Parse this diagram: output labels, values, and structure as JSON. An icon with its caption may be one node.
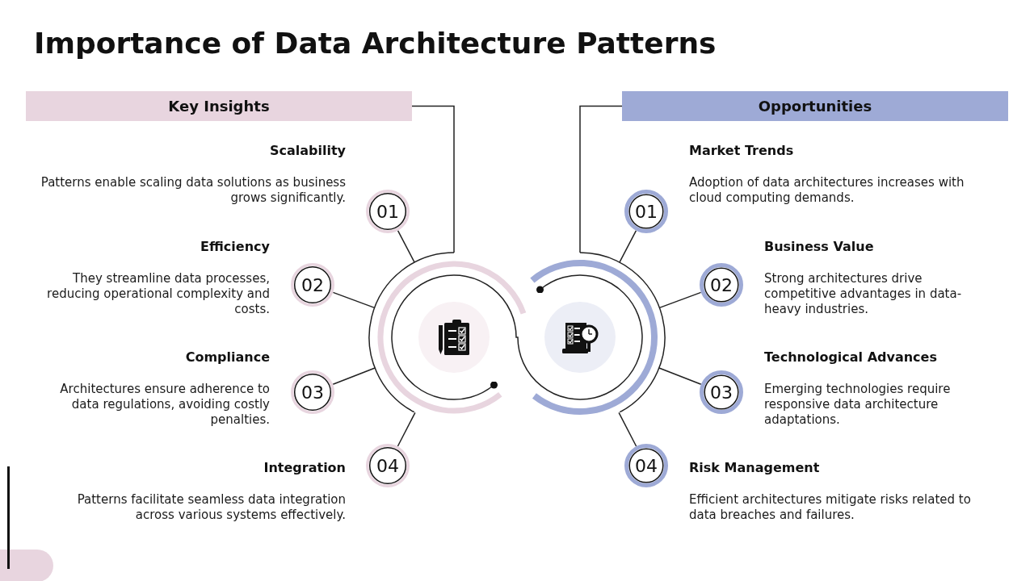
{
  "diagram": {
    "title": "Importance of Data Architecture Patterns",
    "nodes": [
      {
        "text": [
          "Key Insights"
        ]
      },
      {
        "text": [],
        "shape": "circle"
      },
      {
        "text": [
          "01"
        ],
        "beside": [
          "Scalability",
          "Patterns enable scaling data solutions as business grows significantly."
        ]
      },
      {
        "text": [
          "02"
        ],
        "beside": [
          "Efficiency",
          "They streamline data processes, reducing operational complexity and costs."
        ]
      },
      {
        "text": [
          "03"
        ],
        "beside": [
          "Compliance",
          "Architectures ensure adherence to data regulations, avoiding costly penalties."
        ]
      },
      {
        "text": [
          "04"
        ],
        "beside": [
          "Integration",
          "Patterns facilitate seamless data integration across various systems effectively."
        ]
      },
      {
        "text": [
          "Opportunities"
        ]
      },
      {
        "text": [],
        "shape": "circle"
      },
      {
        "text": [
          "01"
        ],
        "beside": [
          "Market Trends",
          "Adoption of data architectures increases with cloud computing demands."
        ]
      },
      {
        "text": [
          "02"
        ],
        "beside": [
          "Business Value",
          "Strong architectures drive competitive advantages in data-heavy industries."
        ]
      },
      {
        "text": [
          "03"
        ],
        "beside": [
          "Technological Advances",
          "Emerging technologies require responsive data architecture adaptations."
        ]
      },
      {
        "text": [
          "04"
        ],
        "beside": [
          "Risk Management",
          "Efficient architectures mitigate risks related to data breaches and failures."
        ]
      }
    ],
    "edges": [
      {
        "from": 0,
        "to": 1,
        "arrow": "none"
      },
      {
        "from": 1,
        "to": 2,
        "arrow": "none"
      },
      {
        "from": 1,
        "to": 3,
        "arrow": "none"
      },
      {
        "from": 1,
        "to": 4,
        "arrow": "none"
      },
      {
        "from": 1,
        "to": 5,
        "arrow": "none"
      },
      {
        "from": 6,
        "to": 7,
        "arrow": "none"
      },
      {
        "from": 7,
        "to": 8,
        "arrow": "none"
      },
      {
        "from": 7,
        "to": 9,
        "arrow": "none"
      },
      {
        "from": 7,
        "to": 10,
        "arrow": "none"
      },
      {
        "from": 7,
        "to": 11,
        "arrow": "none"
      },
      {
        "from": 1,
        "to": 7,
        "arrow": "other"
      }
    ]
  }
}
